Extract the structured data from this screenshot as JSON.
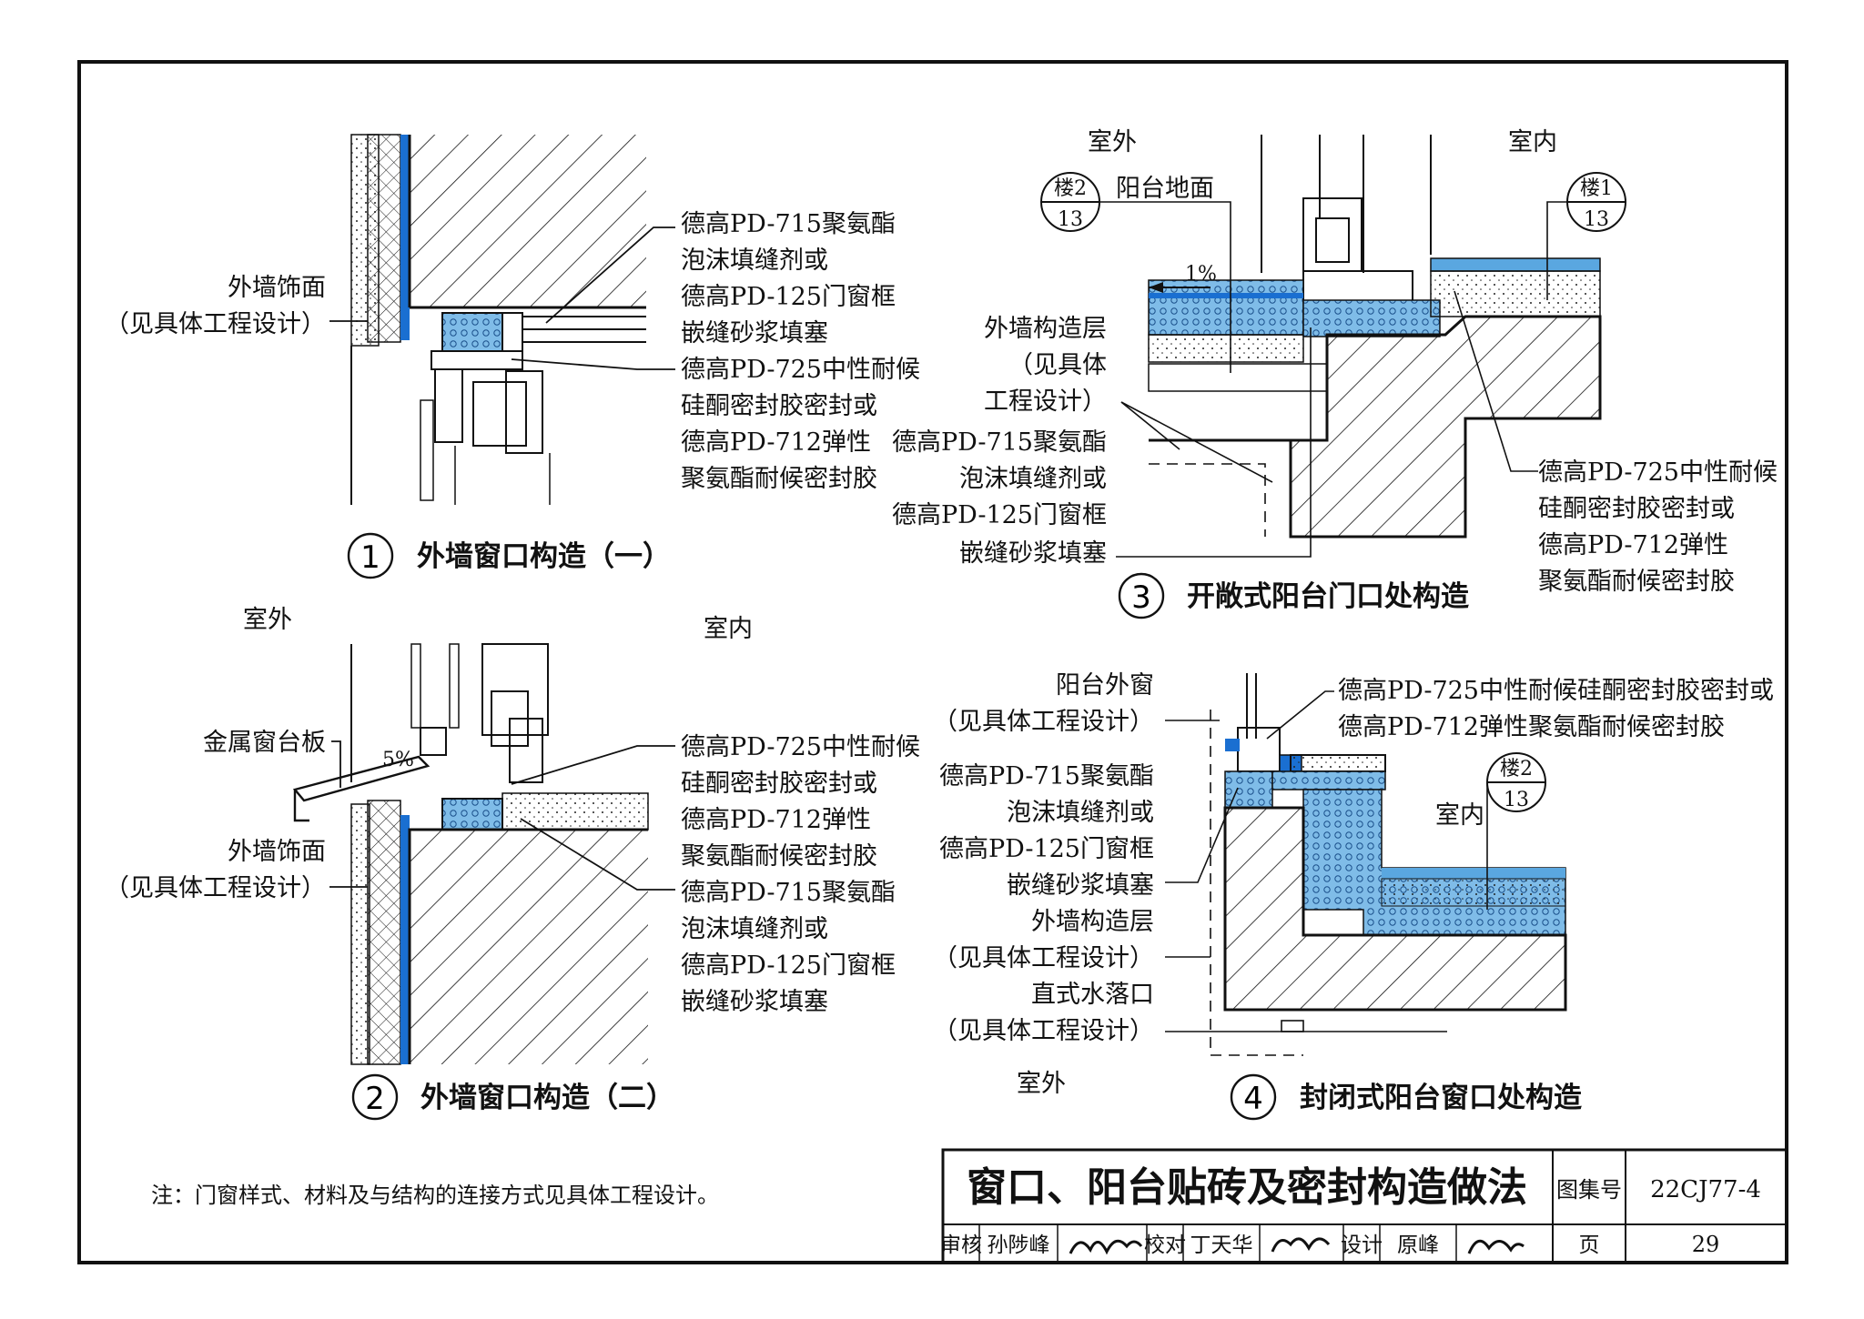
{
  "detail1": {
    "number": "1",
    "title": "外墙窗口构造（一）",
    "left_label": [
      "外墙饰面",
      "（见具体工程设计）"
    ],
    "right_labels": [
      "德高PD-715聚氨酯",
      "泡沫填缝剂或",
      "德高PD-125门窗框",
      "嵌缝砂浆填塞",
      "德高PD-725中性耐候",
      "硅酮密封胶密封或",
      "德高PD-712弹性",
      "聚氨酯耐候密封胶"
    ]
  },
  "detail2": {
    "number": "2",
    "title": "外墙窗口构造（二）",
    "outdoor": "室外",
    "indoor": "室内",
    "slope": "5%",
    "sill_label": "金属窗台板",
    "left_label": [
      "外墙饰面",
      "（见具体工程设计）"
    ],
    "right_labels": [
      "德高PD-725中性耐候",
      "硅酮密封胶密封或",
      "德高PD-712弹性",
      "聚氨酯耐候密封胶",
      "德高PD-715聚氨酯",
      "泡沫填缝剂或",
      "德高PD-125门窗框",
      "嵌缝砂浆填塞"
    ]
  },
  "detail3": {
    "number": "3",
    "title": "开敞式阳台门口处构造",
    "outdoor": "室外",
    "indoor": "室内",
    "slope": "1%",
    "ref_left": {
      "top": "楼2",
      "bottom": "13"
    },
    "ref_left_label": "阳台地面",
    "ref_right": {
      "top": "楼1",
      "bottom": "13"
    },
    "left_labels": [
      "外墙构造层",
      "（见具体",
      "工程设计）",
      "德高PD-715聚氨酯",
      "泡沫填缝剂或",
      "德高PD-125门窗框",
      "嵌缝砂浆填塞"
    ],
    "right_labels": [
      "德高PD-725中性耐候",
      "硅酮密封胶密封或",
      "德高PD-712弹性",
      "聚氨酯耐候密封胶"
    ]
  },
  "detail4": {
    "number": "4",
    "title": "封闭式阳台窗口处构造",
    "outdoor": "室外",
    "indoor": "室内",
    "ref": {
      "top": "楼2",
      "bottom": "13"
    },
    "top_labels": [
      "德高PD-725中性耐候硅酮密封胶密封或",
      "德高PD-712弹性聚氨酯耐候密封胶"
    ],
    "left_labels": [
      "阳台外窗",
      "（见具体工程设计）",
      "德高PD-715聚氨酯",
      "泡沫填缝剂或",
      "德高PD-125门窗框",
      "嵌缝砂浆填塞",
      "外墙构造层",
      "（见具体工程设计）",
      "直式水落口",
      "（见具体工程设计）"
    ]
  },
  "note": "注：门窗样式、材料及与结构的连接方式见具体工程设计。",
  "titleblock": {
    "title": "窗口、阳台贴砖及密封构造做法",
    "atlas_label": "图集号",
    "atlas_no": "22CJ77-4",
    "review_label": "审核",
    "reviewer": "孙陟峰",
    "check_label": "校对",
    "checker": "丁天华",
    "design_label": "设计",
    "designer": "原峰",
    "page_label": "页",
    "page_no": "29"
  },
  "colors": {
    "ink": "#111111",
    "seal_blue": "#1a6fd1",
    "foam_blue": "#5aa7e0"
  }
}
